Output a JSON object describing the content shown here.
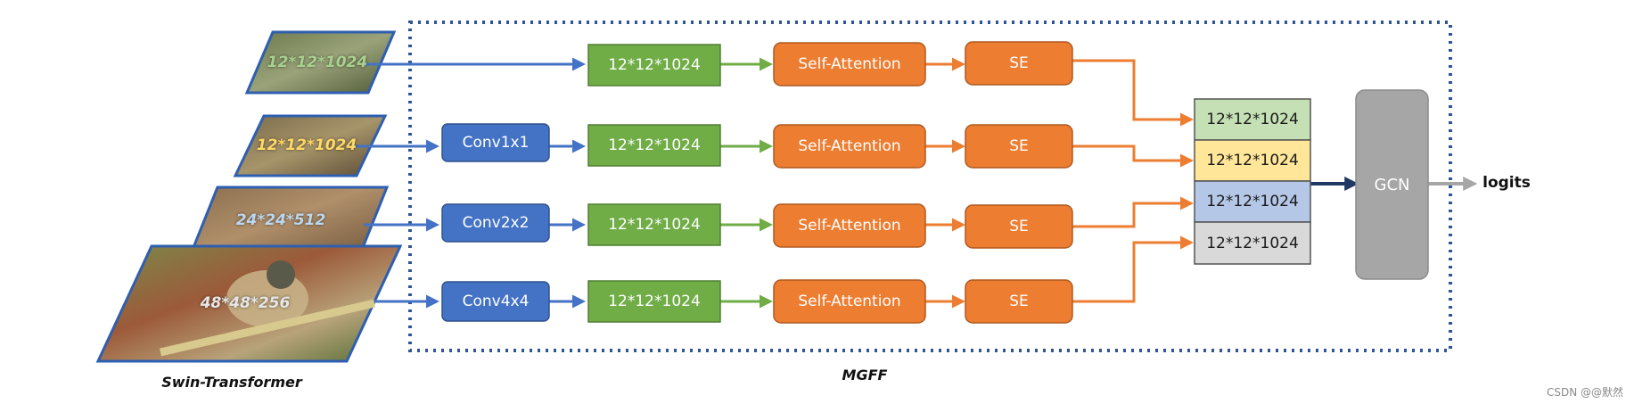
{
  "backbone": {
    "caption": "Swin-Transformer",
    "features": [
      {
        "id": "f1",
        "label": "12*12*1024",
        "text_color": "#a9d18e"
      },
      {
        "id": "f2",
        "label": "12*12*1024",
        "text_color": "#ffd966"
      },
      {
        "id": "f3",
        "label": "24*24*512",
        "text_color": "#bdd7ee"
      },
      {
        "id": "f4",
        "label": "48*48*256",
        "text_color": "#e7e6e6"
      }
    ]
  },
  "mgff": {
    "caption": "MGFF",
    "convs": [
      {
        "id": "c2",
        "label": "Conv1x1"
      },
      {
        "id": "c3",
        "label": "Conv2x2"
      },
      {
        "id": "c4",
        "label": "Conv4x4"
      }
    ],
    "branches": [
      {
        "id": "b1",
        "feature": "12*12*1024",
        "attention": "Self-Attention",
        "se": "SE"
      },
      {
        "id": "b2",
        "feature": "12*12*1024",
        "attention": "Self-Attention",
        "se": "SE"
      },
      {
        "id": "b3",
        "feature": "12*12*1024",
        "attention": "Self-Attention",
        "se": "SE"
      },
      {
        "id": "b4",
        "feature": "12*12*1024",
        "attention": "Self-Attention",
        "se": "SE"
      }
    ],
    "fused_stack": [
      {
        "label": "12*12*1024",
        "color": "#c5e0b4"
      },
      {
        "label": "12*12*1024",
        "color": "#ffe699"
      },
      {
        "label": "12*12*1024",
        "color": "#b4c7e7"
      },
      {
        "label": "12*12*1024",
        "color": "#d9d9d9"
      }
    ]
  },
  "head": {
    "gcn": "GCN",
    "output": "logits"
  },
  "watermark": "CSDN @@默然",
  "colors": {
    "blue_box": "#4472c4",
    "green_box": "#70ad47",
    "orange_box": "#ed7d31",
    "gcn_box": "#a6a6a6",
    "dotted_border": "#2f5597",
    "dark_arrow": "#1f3864",
    "gray_arrow": "#a6a6a6"
  }
}
